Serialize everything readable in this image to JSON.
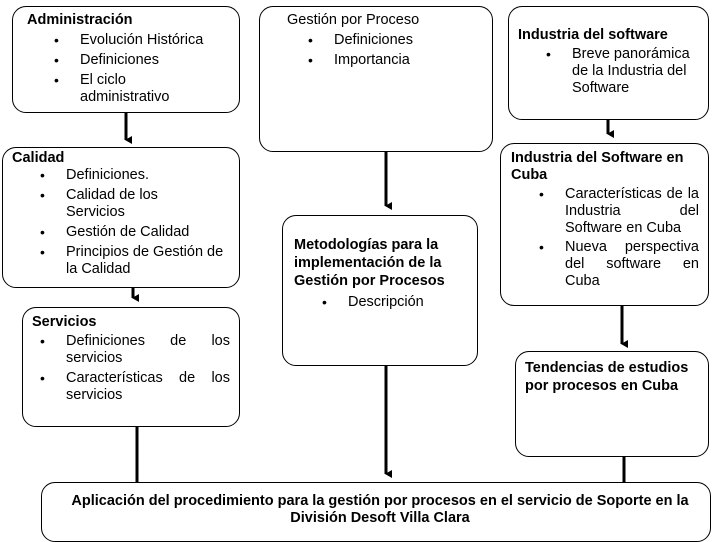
{
  "administracion": {
    "title": "Administración",
    "items": [
      "Evolución Histórica",
      "Definiciones",
      "El ciclo administrativo"
    ]
  },
  "gestion": {
    "title": "Gestión por Proceso",
    "items": [
      "Definiciones",
      "Importancia"
    ]
  },
  "industria": {
    "title": "Industria del software",
    "items": [
      "Breve panorámica de la Industria del Software"
    ]
  },
  "calidad": {
    "title": "Calidad",
    "items": [
      "Definiciones.",
      "Calidad de los Servicios",
      "Gestión de Calidad",
      "Principios de Gestión de la Calidad"
    ]
  },
  "industria_cuba": {
    "title": "Industria del Software en Cuba",
    "items": [
      "Características de la Industria del Software en Cuba",
      "Nueva perspectiva del software en Cuba"
    ]
  },
  "metodologias": {
    "title": "Metodologías para la implementación de la Gestión por Procesos",
    "items": [
      "Descripción"
    ]
  },
  "servicios": {
    "title": "Servicios",
    "items": [
      "Definiciones de los servicios",
      "Características de los servicios"
    ]
  },
  "tendencias": {
    "title": "Tendencias de estudios por procesos en Cuba"
  },
  "aplicacion": {
    "title": "Aplicación del procedimiento para la gestión por procesos en el servicio de Soporte en la División Desoft Villa Clara"
  }
}
